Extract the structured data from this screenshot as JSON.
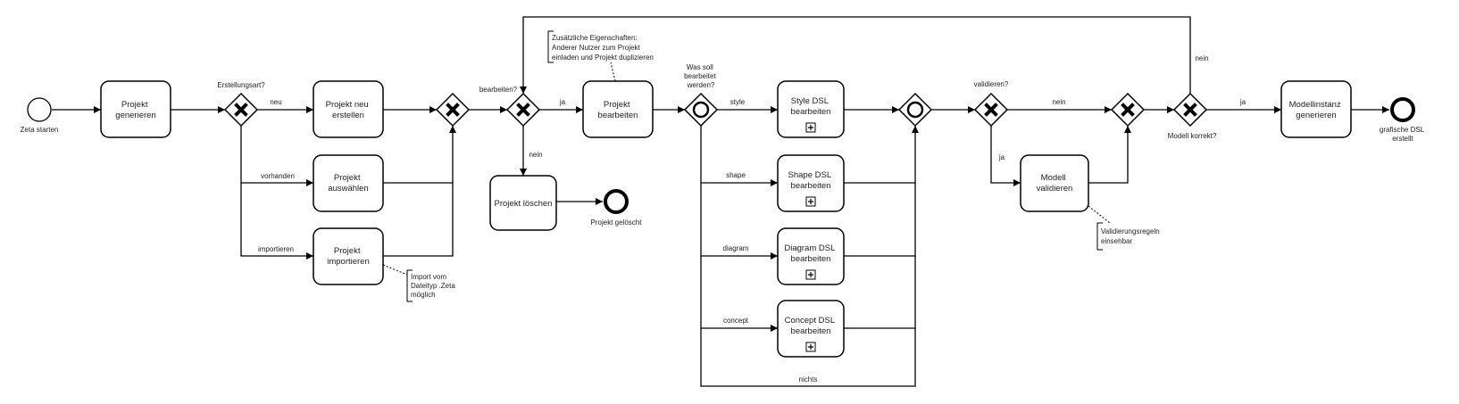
{
  "diagram": {
    "events": {
      "start": "Zeta starten",
      "end_deleted": "Projekt gelöscht",
      "end_final": [
        "grafische DSL",
        "erstellt"
      ]
    },
    "tasks": {
      "generate": [
        "Projekt",
        "generieren"
      ],
      "create": [
        "Projekt neu",
        "erstellen"
      ],
      "select": [
        "Projekt",
        "auswählen"
      ],
      "import": [
        "Projekt",
        "importieren"
      ],
      "delete": [
        "Projekt löschen"
      ],
      "edit": [
        "Projekt",
        "bearbeiten"
      ],
      "style": [
        "Style DSL",
        "bearbeiten"
      ],
      "shape": [
        "Shape DSL",
        "bearbeiten"
      ],
      "diagram": [
        "Diagram DSL",
        "bearbeiten"
      ],
      "concept": [
        "Concept DSL",
        "bearbeiten"
      ],
      "validate": [
        "Modell",
        "validieren"
      ],
      "instance": [
        "Modellinstanz",
        "generieren"
      ]
    },
    "gateways": {
      "creation": "Erstellungsart?",
      "edit_q": "bearbeiten?",
      "what_edit": [
        "Was soll",
        "bearbeitet",
        "werden?"
      ],
      "validate_q": "validieren?",
      "correct_q": "Modell korrekt?"
    },
    "flows": {
      "neu": "neu",
      "vorhanden": "vorhanden",
      "importieren": "importieren",
      "ja_edit": "ja",
      "nein_delete": "nein",
      "style": "style",
      "shape": "shape",
      "diagram": "diagram",
      "concept": "concept",
      "nichts": "nichts",
      "nein_validate": "nein",
      "ja_validate": "ja",
      "ja_correct": "ja",
      "nein_correct": "nein"
    },
    "annotations": {
      "import": [
        "Import vom",
        "Dateityp .Zeta",
        "möglich"
      ],
      "edit": [
        "Zusätzliche Eigenschaften:",
        "Anderer Nutzer zum Projekt",
        "einladen und Projekt duplizieren"
      ],
      "validate": [
        "Validierungsregeln",
        "einsehbar"
      ]
    }
  }
}
